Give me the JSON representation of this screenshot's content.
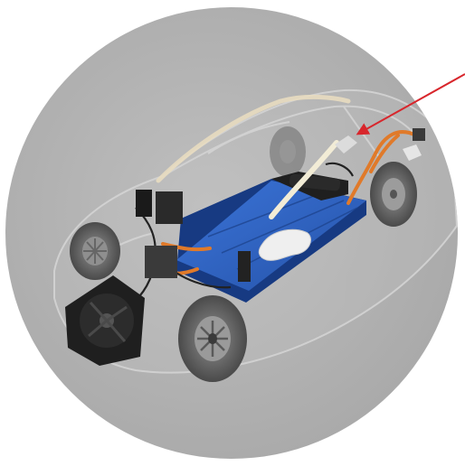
{
  "figure": {
    "subject": "car-chassis-cutaway",
    "components": [
      "car-body-ghost",
      "battery-pack",
      "front-left-wheel",
      "front-right-wheel",
      "rear-left-wheel",
      "rear-right-wheel",
      "radiator-fan",
      "orange-cables",
      "white-coolant-tank",
      "callout-arrow"
    ],
    "colors": {
      "background_circle": "#b3b3b3",
      "battery": "#2f62c2",
      "battery_dark": "#173a82",
      "tire": "#5a5a5a",
      "cable": "#e07a2a",
      "arrow": "#d8262c",
      "body_ghost": "#c9c9c9"
    }
  }
}
